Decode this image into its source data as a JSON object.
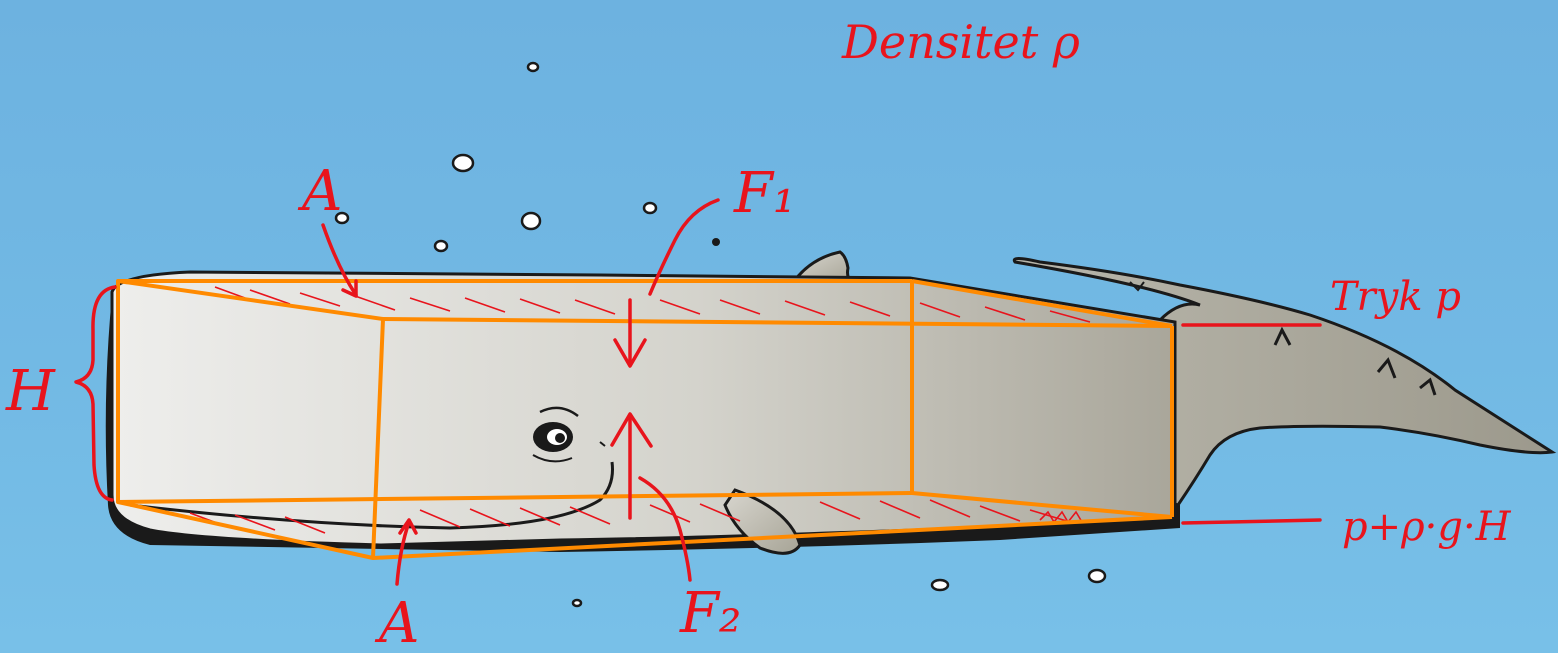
{
  "labels": {
    "title": "Densitet ρ",
    "height": "H",
    "area_top": "A",
    "area_bottom": "A",
    "force_top": "F₁",
    "force_bottom": "F₂",
    "pressure_top": "Tryk p",
    "pressure_bottom": "p+ρ·g·H"
  },
  "colors": {
    "water": "#70b7e3",
    "annotation": "#e8141c",
    "box_outline": "#ff8a00",
    "whale_body": "#c9c7bd",
    "whale_outline": "#1a1a1a"
  },
  "icons": [
    "whale-illustration",
    "water-bubbles",
    "force-arrow-down",
    "force-arrow-up",
    "height-brace"
  ]
}
